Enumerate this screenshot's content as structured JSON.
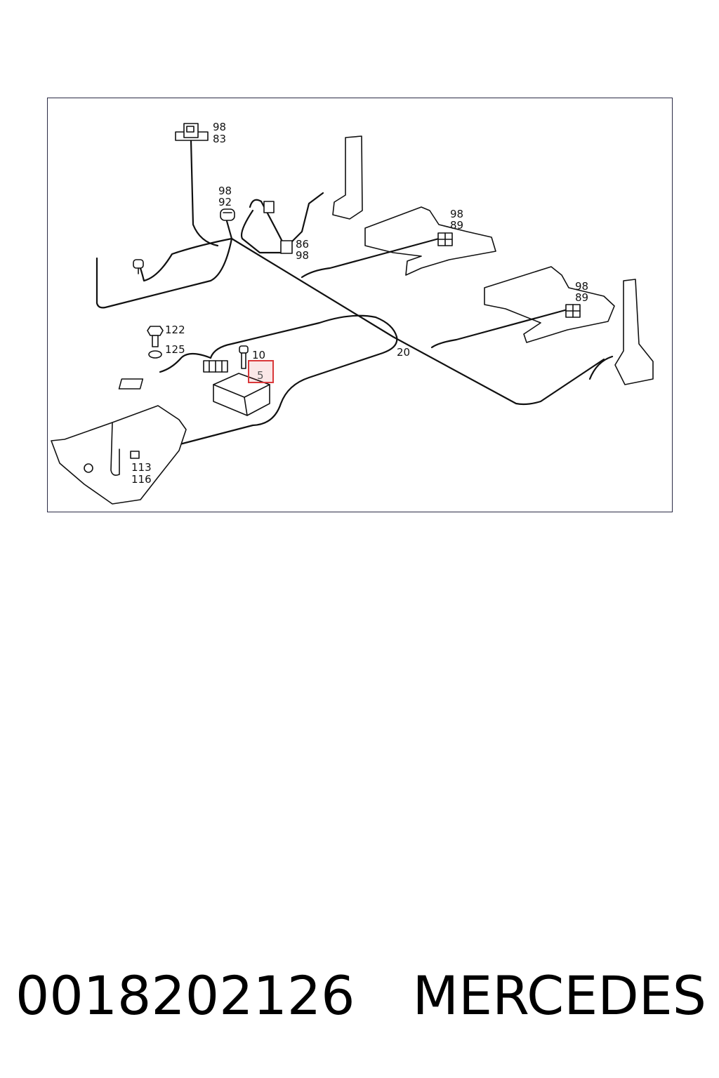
{
  "diagram": {
    "labels": {
      "c98_83_a": "98",
      "c98_83_b": "83",
      "c98_92_a": "98",
      "c98_92_b": "92",
      "c86_98_a": "86",
      "c86_98_b": "98",
      "c98_89_top_a": "98",
      "c98_89_top_b": "89",
      "c98_89_bot_a": "98",
      "c98_89_bot_b": "89",
      "l122": "122",
      "l125": "125",
      "l10": "10",
      "l5": "5",
      "l20": "20",
      "l113": "113",
      "l116": "116"
    },
    "highlight_color": "#d9383a",
    "highlighted_part": "5"
  },
  "footer": {
    "part_number": "0018202126",
    "brand": "MERCEDES"
  }
}
